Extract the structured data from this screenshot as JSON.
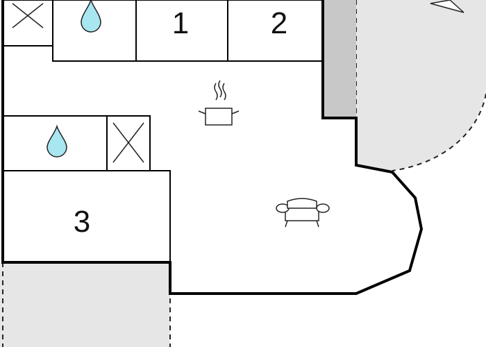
{
  "floor_plan": {
    "rooms": [
      {
        "id": "room-1",
        "label": "1"
      },
      {
        "id": "room-2",
        "label": "2"
      },
      {
        "id": "room-3",
        "label": "3"
      }
    ],
    "icons": {
      "shower_top": "water-drop-icon",
      "shower_left": "water-drop-icon",
      "toilet_top": "cross-toilet-icon",
      "toilet_left": "cross-toilet-icon",
      "kitchen": "cooking-pot-icon",
      "living": "sofa-icon"
    },
    "colors": {
      "wall": "#000000",
      "outdoor_area": "#e6e6e6",
      "wall_segment": "#c8c8c8",
      "water_drop": "#a8e6f0"
    }
  }
}
